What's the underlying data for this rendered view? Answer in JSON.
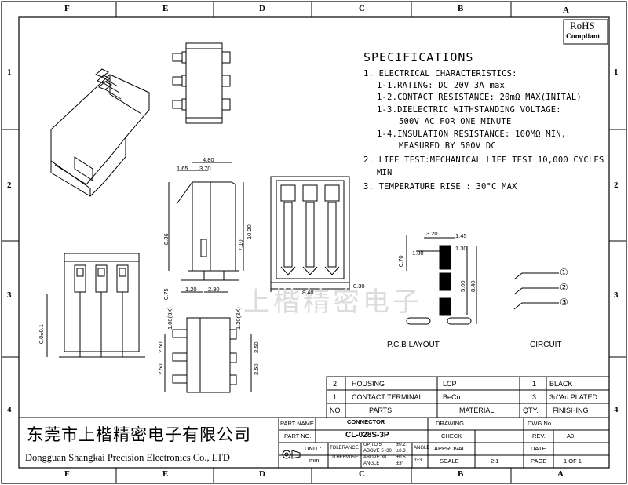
{
  "zones_top": [
    "F",
    "E",
    "D",
    "C",
    "B",
    "A"
  ],
  "zones_side": [
    "1",
    "2",
    "3",
    "4"
  ],
  "rohs": {
    "line1": "RoHS",
    "line2": "Compliant"
  },
  "spec": {
    "title": "SPECIFICATIONS",
    "lines": [
      "1. ELECTRICAL CHARACTERISTICS:",
      "1-1.RATING: DC 20V 3A max",
      "1-2.CONTACT RESISTANCE: 20mΩ MAX(INITAL)",
      "1-3.DIELECTRIC WITHSTANDING VOLTAGE:",
      "500V AC FOR ONE MINUTE",
      "1-4.INSULATION RESISTANCE: 100MΩ MIN,",
      "MEASURED BY 500V DC",
      "2. LIFE TEST:MECHANICAL LIFE TEST 10,000 CYCLES",
      "MIN",
      "3. TEMPERATURE RISE : 30°C MAX"
    ]
  },
  "dims": {
    "w480": "4.80",
    "w165": "1.65",
    "w370": "3.70",
    "h836": "8.36",
    "h1020": "10.20",
    "h710": "7.10",
    "h075": "0.75",
    "w120": "1.20",
    "w230": "2.30",
    "w840": "8.40",
    "w030": "0.30",
    "p100": "1.00(3X)",
    "p120": "1.20(3X)",
    "p250a": "2.50",
    "p250b": "2.50",
    "p250c": "2.50",
    "p250d": "2.50",
    "s001": "0.0±0.1",
    "pcb320": "3.20",
    "pcb145": "1.45",
    "pcb070": "0.70",
    "pcb180": "1.80",
    "pcb130": "1.30",
    "pcb500": "5.00",
    "pcb840": "8.40"
  },
  "pcb_label": "P.C.B LAYOUT",
  "circuit_label": "CIRCUIT",
  "circuit_pins": [
    "①",
    "②",
    "③"
  ],
  "watermark": "上楷精密电子",
  "bom": {
    "rows": [
      {
        "no": "2",
        "part": "HOUSING",
        "material": "LCP",
        "qty": "1",
        "finish": "BLACK"
      },
      {
        "no": "1",
        "part": "CONTACT TERMINAL",
        "material": "BeCu",
        "qty": "3",
        "finish": "3u\"Au PLATED"
      }
    ],
    "header": {
      "no": "NO.",
      "part": "PARTS",
      "material": "MATERIAL",
      "qty": "QTY.",
      "finish": "FINISHING"
    }
  },
  "title_block": {
    "company_cn": "东莞市上楷精密电子有限公司",
    "company_en": "Dongguan Shangkai Precision Electronics Co., LTD",
    "part_name_label": "PART NAME",
    "part_name": "CONNECTOR",
    "part_no_label": "PART NO.",
    "part_no": "CL-028S-3P",
    "unit_label": "UNIT :",
    "unit": "mm",
    "tolerance": "TOLERANCE",
    "otherwise": "OTHERWISE",
    "tol_rows": [
      [
        "UP TO 5",
        "±0.2"
      ],
      [
        "ABOVE 5~30",
        "±0.3"
      ],
      [
        "ABOVE 30",
        "±0.5"
      ],
      [
        "ANGLE",
        "±3°"
      ]
    ],
    "angle": "ANGLE",
    "sym": "σ±3",
    "drawing": "DRAWING",
    "check": "CHECK",
    "approval": "APPROVAL",
    "scale": "SCALE",
    "scale_val": "2:1",
    "dwg_no": "DWG.No.",
    "rev": "REV.",
    "rev_val": "A0",
    "date": "DATE",
    "page": "PAGE",
    "page_val": "1 OF 1"
  }
}
